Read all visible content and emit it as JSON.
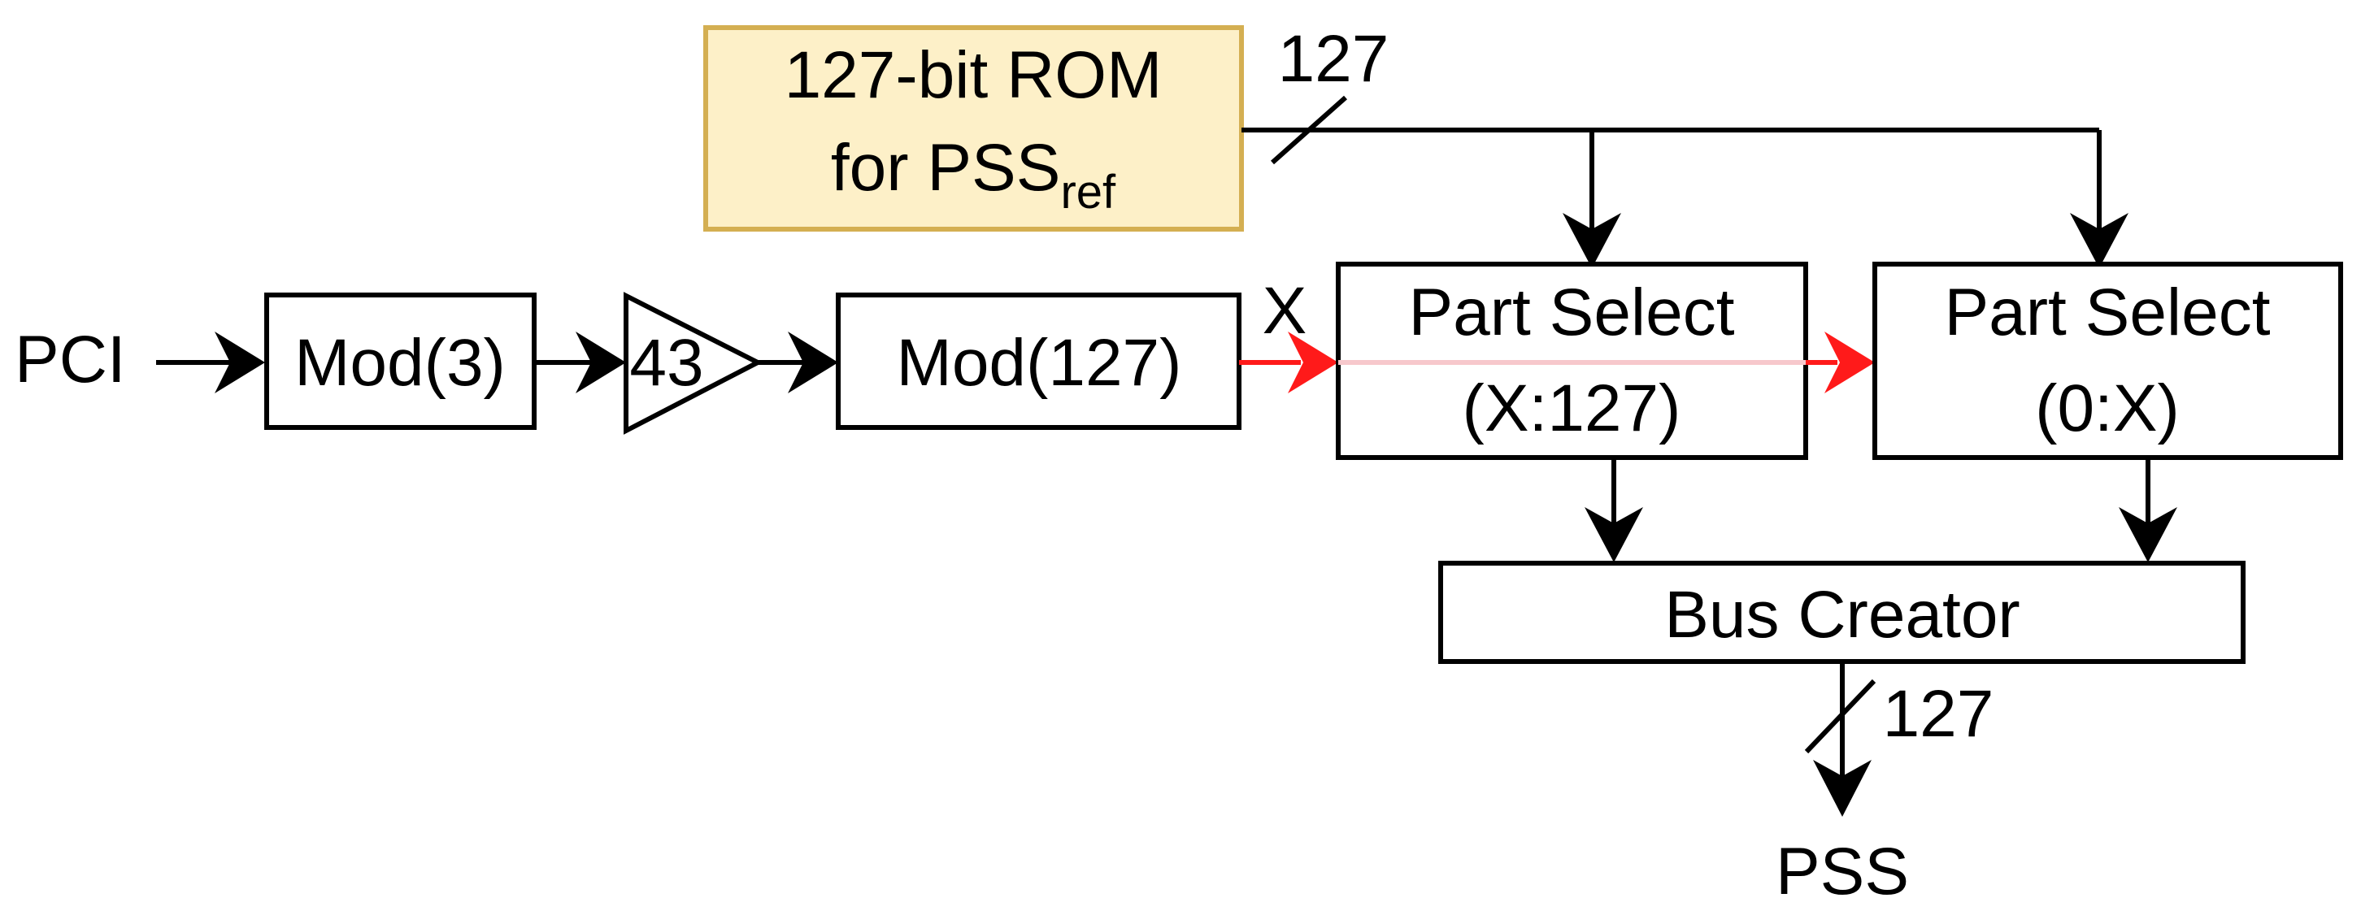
{
  "diagram": {
    "input_label": "PCI",
    "rom_block": {
      "line1": "127-bit ROM",
      "line2_prefix": "for PSS",
      "line2_subscript": "ref",
      "fill_color": "#FDF0C8",
      "border_color": "#D4AF52"
    },
    "rom_bus_width": "127",
    "mod3_block": "Mod(3)",
    "gain_block": "43",
    "mod127_block": "Mod(127)",
    "x_signal_label": "X",
    "part_select_1": {
      "line1": "Part Select",
      "line2": "(X:127)"
    },
    "part_select_2": {
      "line1": "Part Select",
      "line2": "(0:X)"
    },
    "bus_creator_block": "Bus Creator",
    "output_bus_width": "127",
    "output_label": "PSS",
    "highlight_color": "#FF1A1A",
    "highlight_fade_color": "#F7C8CC"
  }
}
